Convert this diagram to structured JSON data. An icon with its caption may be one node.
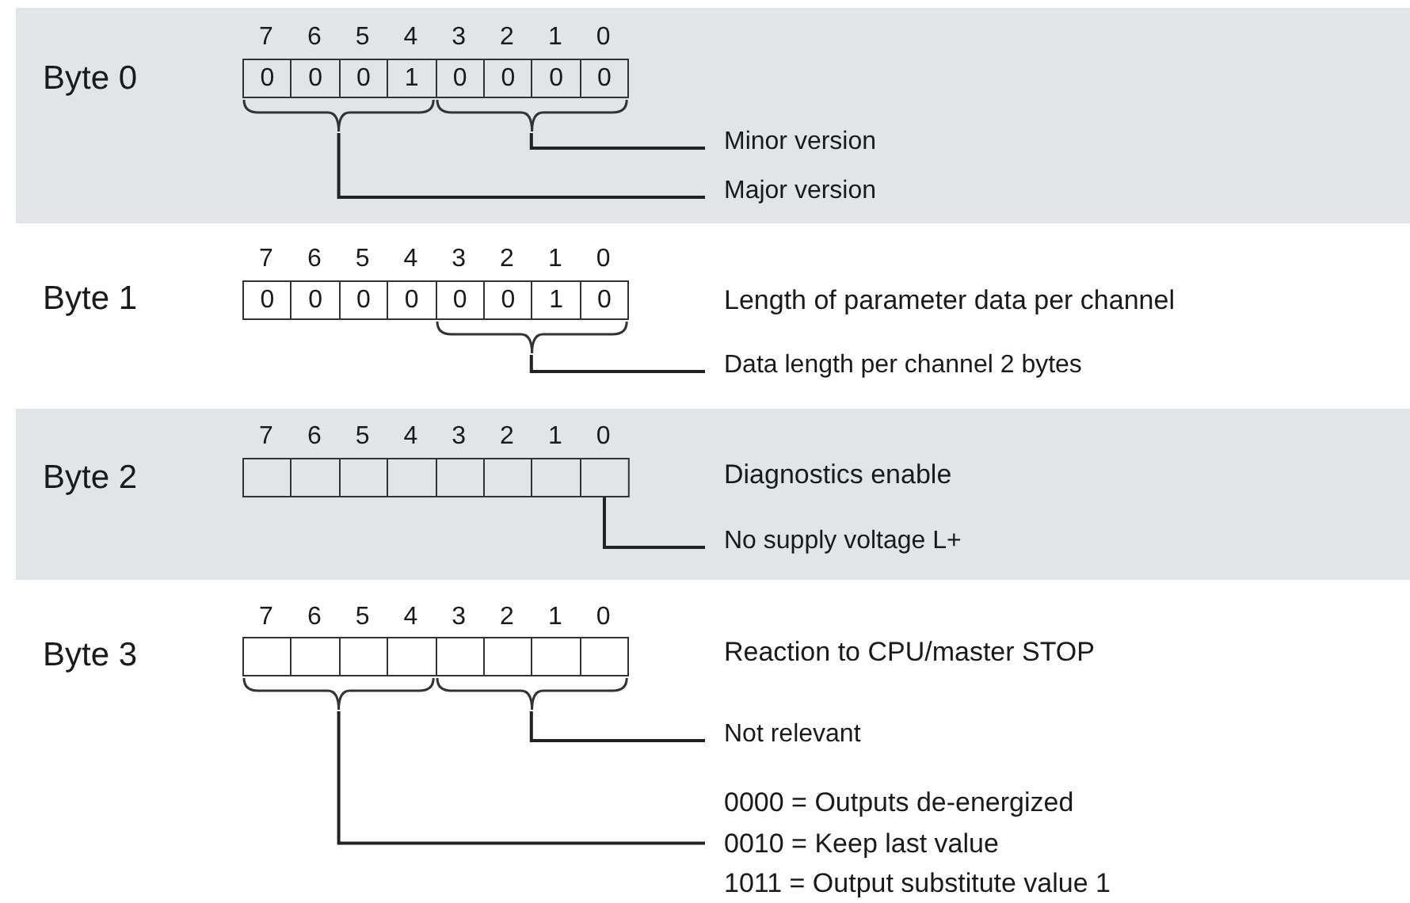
{
  "diagram": {
    "nodes": [
      {
        "text": [],
        "shape": "bracket"
      },
      {
        "text": [],
        "shape": "bracket"
      },
      {
        "text": [
          "Minor version"
        ]
      },
      {
        "text": [
          "Major version"
        ]
      },
      {
        "text": [],
        "shape": "bracket"
      },
      {
        "text": [
          "Data length per channel 2 bytes"
        ]
      },
      {
        "text": [],
        "shape": "box"
      },
      {
        "text": [
          "No supply voltage L+"
        ]
      },
      {
        "text": [],
        "shape": "bracket"
      },
      {
        "text": [],
        "shape": "bracket"
      },
      {
        "text": [
          "Not relevant"
        ]
      },
      {
        "text": [
          "0000 = Outputs de-energized",
          "0010 = Keep last value",
          "1011 = Output substitute value 1"
        ]
      }
    ],
    "edges": [
      {
        "from": 2,
        "to": 1,
        "arrow": "none"
      },
      {
        "from": 3,
        "to": 0,
        "arrow": "none"
      },
      {
        "from": 5,
        "to": 4,
        "arrow": "none"
      },
      {
        "from": 7,
        "to": 6,
        "arrow": "none"
      },
      {
        "from": 10,
        "to": 9,
        "arrow": "none"
      },
      {
        "from": 11,
        "to": 8,
        "arrow": "none"
      }
    ],
    "labels": [
      "Byte 0",
      "7",
      "6",
      "5",
      "4",
      "3",
      "2",
      "1",
      "0",
      "0",
      "0",
      "0",
      "1",
      "0",
      "0",
      "0",
      "0",
      "Byte 1",
      "7",
      "6",
      "5",
      "4",
      "3",
      "2",
      "1",
      "0",
      "0",
      "0",
      "0",
      "0",
      "0",
      "0",
      "1",
      "0",
      "Length of parameter data per channel",
      "Byte 2",
      "7",
      "6",
      "5",
      "4",
      "3",
      "2",
      "1",
      "0",
      "Diagnostics enable",
      "Byte 3",
      "7",
      "6",
      "5",
      "4",
      "3",
      "2",
      "1",
      "0",
      "Reaction to CPU/master STOP"
    ]
  }
}
